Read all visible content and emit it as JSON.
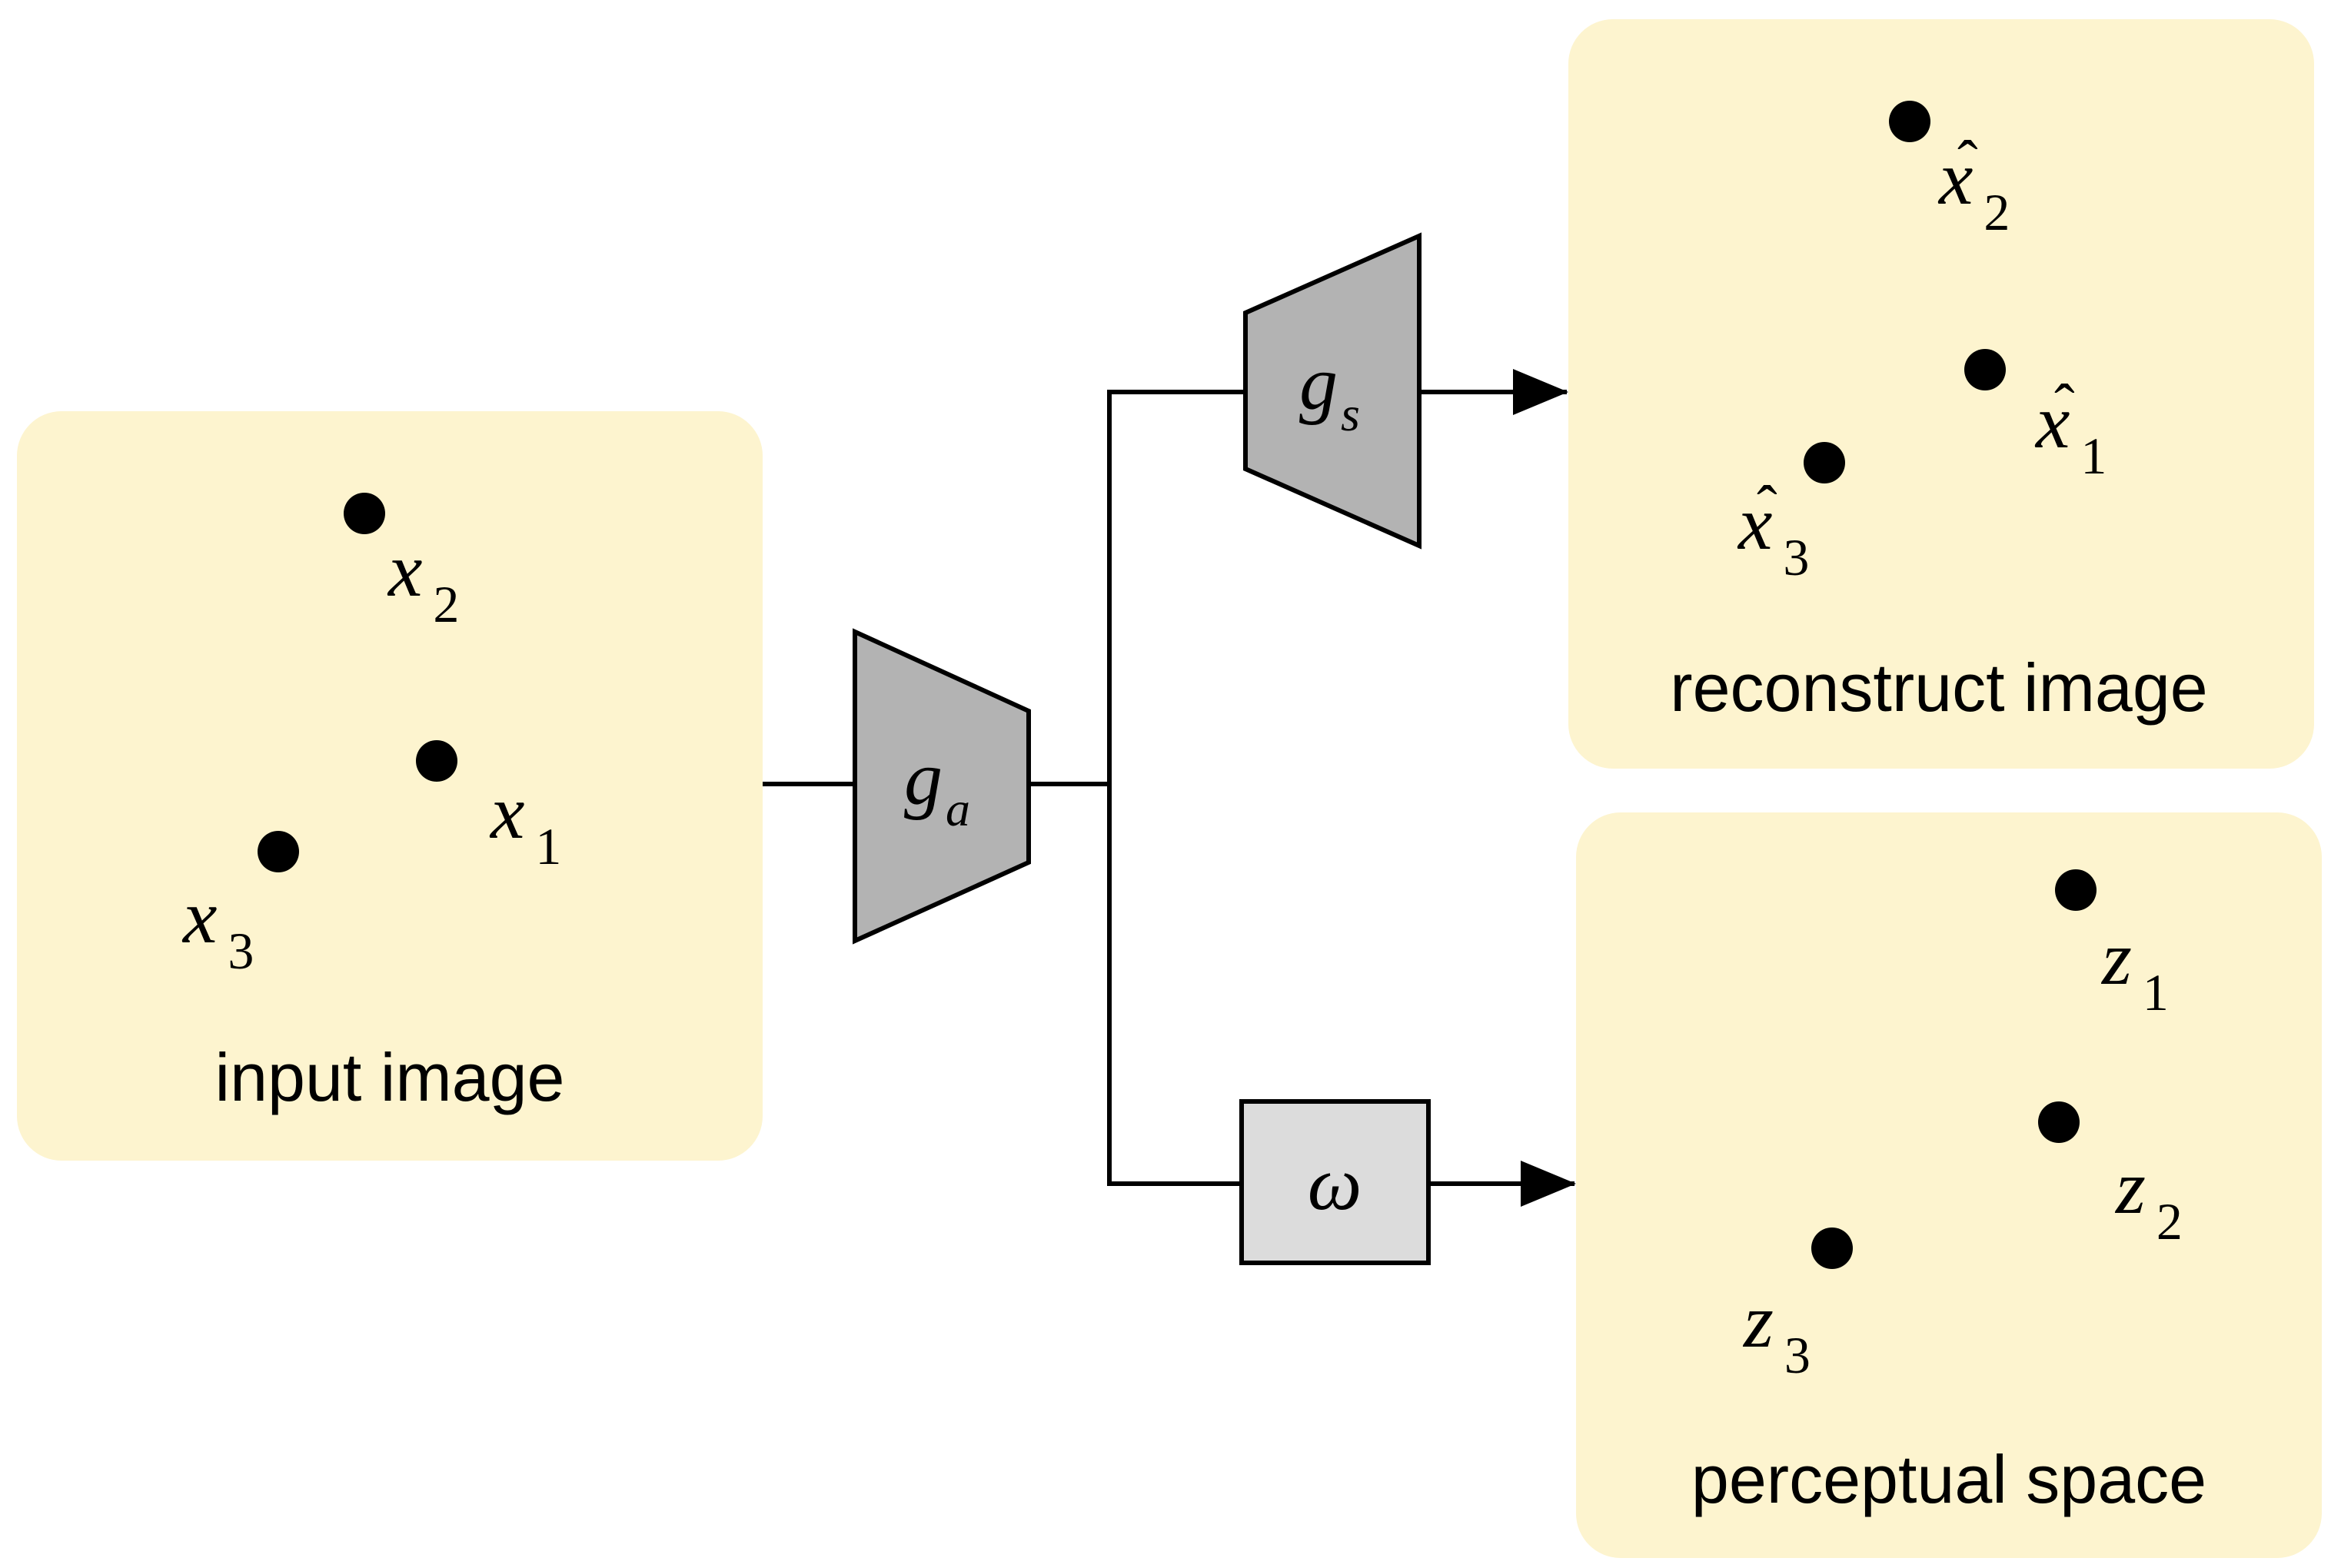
{
  "panels": {
    "input": {
      "caption": "input image",
      "points": [
        {
          "symbol": "x",
          "subscript": "1",
          "hat": false
        },
        {
          "symbol": "x",
          "subscript": "2",
          "hat": false
        },
        {
          "symbol": "x",
          "subscript": "3",
          "hat": false
        }
      ]
    },
    "reconstruct": {
      "caption": "reconstruct image",
      "points": [
        {
          "symbol": "x",
          "subscript": "1",
          "hat": true
        },
        {
          "symbol": "x",
          "subscript": "2",
          "hat": true
        },
        {
          "symbol": "x",
          "subscript": "3",
          "hat": true
        }
      ]
    },
    "perceptual": {
      "caption": "perceptual space",
      "points": [
        {
          "symbol": "z",
          "subscript": "1",
          "hat": false
        },
        {
          "symbol": "z",
          "subscript": "2",
          "hat": false
        },
        {
          "symbol": "z",
          "subscript": "3",
          "hat": false
        }
      ]
    }
  },
  "blocks": {
    "analysis": {
      "symbol": "g",
      "subscript": "a"
    },
    "synthesis": {
      "symbol": "g",
      "subscript": "s"
    },
    "omega": {
      "symbol": "ω"
    }
  },
  "colors": {
    "panel_fill": "#fdf4cf",
    "trapezoid_fill": "#b3b3b3",
    "omega_fill": "#dcdcdc",
    "line": "#000000"
  },
  "hat_glyph": "ˆ"
}
